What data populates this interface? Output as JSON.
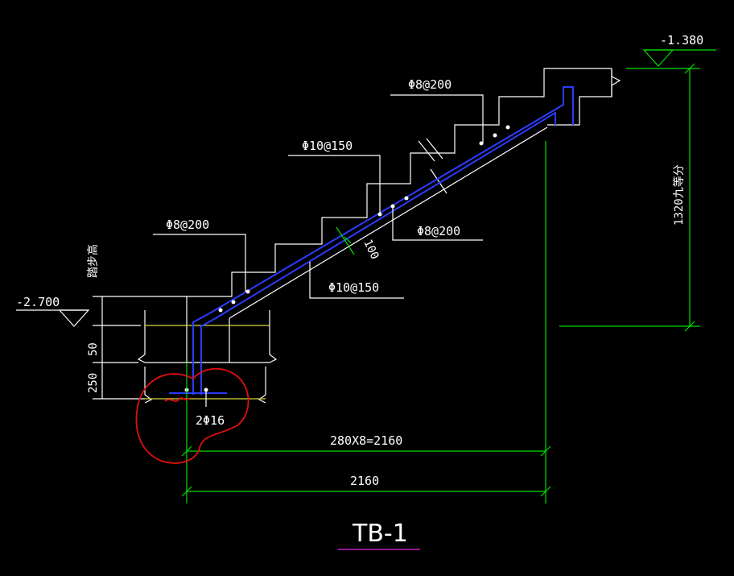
{
  "labels": {
    "elev_top": "-1.380",
    "elev_bottom": "-2.700",
    "rebar_top_stirrup": "Φ8@200",
    "rebar_upper_main": "Φ10@150",
    "rebar_lower_stirrup": "Φ8@200",
    "rebar_mid_dist": "Φ8@200",
    "rebar_lower_main": "Φ10@150",
    "slab_thickness": "100",
    "rebar_base": "2Φ16",
    "dim_height_vertical": "1320九等分",
    "dim_step_height": "踏步高",
    "dim_50": "50",
    "dim_250": "250",
    "dim_steps": "280X8=2160",
    "dim_total": "2160",
    "title": "TB-1"
  },
  "colors": {
    "background": "#000000",
    "outline": "#ffffff",
    "dimension": "#00e000",
    "rebar": "#2b3cff",
    "foundation_line": "#d8d840",
    "markup": "#e01010",
    "title_underline": "#c020c0"
  }
}
